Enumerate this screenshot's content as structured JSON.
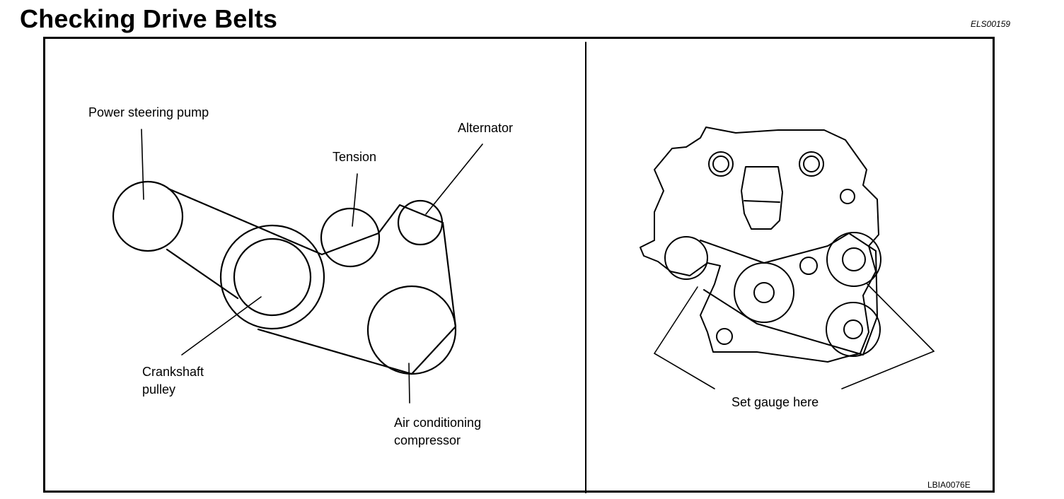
{
  "header": {
    "title": "Checking Drive Belts",
    "doc_code": "ELS00159"
  },
  "figure": {
    "code": "LBIA0076E",
    "left_panel": {
      "labels": {
        "power_steering_pump": "Power steering pump",
        "tension": "Tension",
        "alternator": "Alternator",
        "crankshaft_pulley_line1": "Crankshaft",
        "crankshaft_pulley_line2": "pulley",
        "air_conditioning_line1": "Air conditioning",
        "air_conditioning_line2": "compressor"
      }
    },
    "right_panel": {
      "labels": {
        "set_gauge": "Set gauge here"
      }
    }
  }
}
